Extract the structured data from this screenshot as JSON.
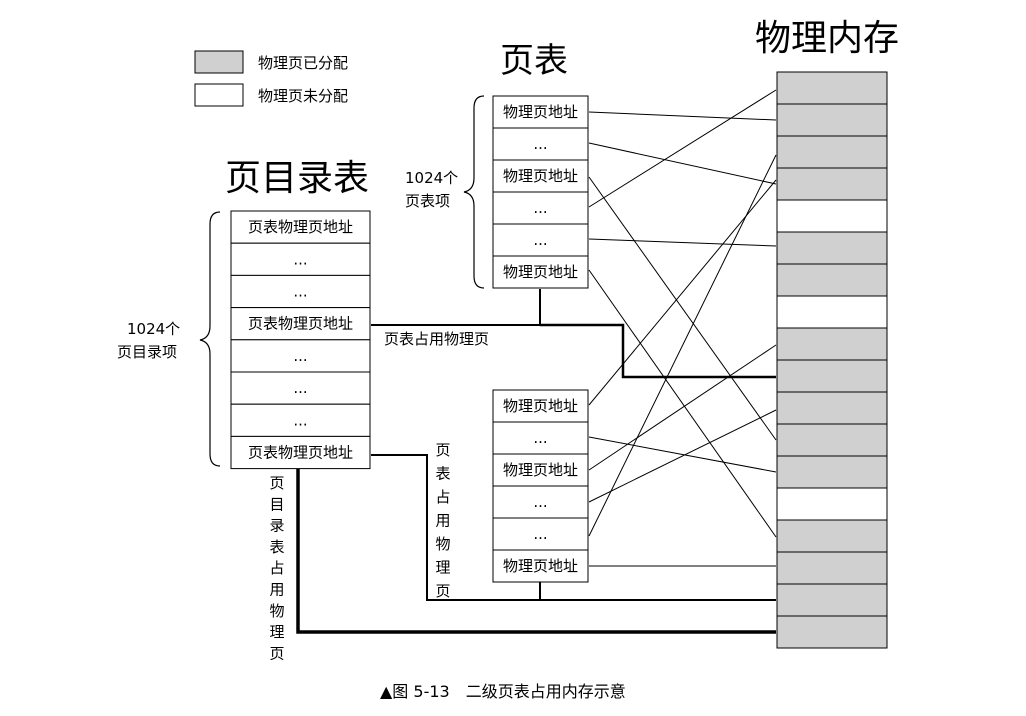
{
  "legend": {
    "allocated": "物理页已分配",
    "unallocated": "物理页未分配"
  },
  "titles": {
    "page_directory": "页目录表",
    "page_table": "页表",
    "physical_memory": "物理内存"
  },
  "page_directory": {
    "count_label": [
      "1024个",
      "页目录项"
    ],
    "entries": [
      "页表物理页地址",
      "...",
      "...",
      "页表物理页地址",
      "...",
      "...",
      "...",
      "页表物理页地址"
    ]
  },
  "page_table_top": {
    "count_label": [
      "1024个",
      "页表项"
    ],
    "entries": [
      "物理页地址",
      "...",
      "物理页地址",
      "...",
      "...",
      "物理页地址"
    ]
  },
  "page_table_bottom": {
    "entries": [
      "物理页地址",
      "...",
      "物理页地址",
      "...",
      "...",
      "物理页地址"
    ]
  },
  "annotations": {
    "page_table_occupies": "页表占用物理页",
    "page_table_occupies_vertical": "页表占用物理页",
    "page_directory_occupies": "页目录表占用物理页"
  },
  "physical_memory": {
    "pages": [
      "allocated",
      "allocated",
      "allocated",
      "allocated",
      "unallocated",
      "allocated",
      "allocated",
      "unallocated",
      "allocated",
      "allocated",
      "allocated",
      "allocated",
      "allocated",
      "unallocated",
      "allocated",
      "allocated",
      "allocated",
      "allocated"
    ]
  },
  "caption": "▲图 5-13　二级页表占用内存示意",
  "colors": {
    "allocated": "#d0d0d0",
    "unallocated": "#ffffff",
    "line": "#000000"
  }
}
